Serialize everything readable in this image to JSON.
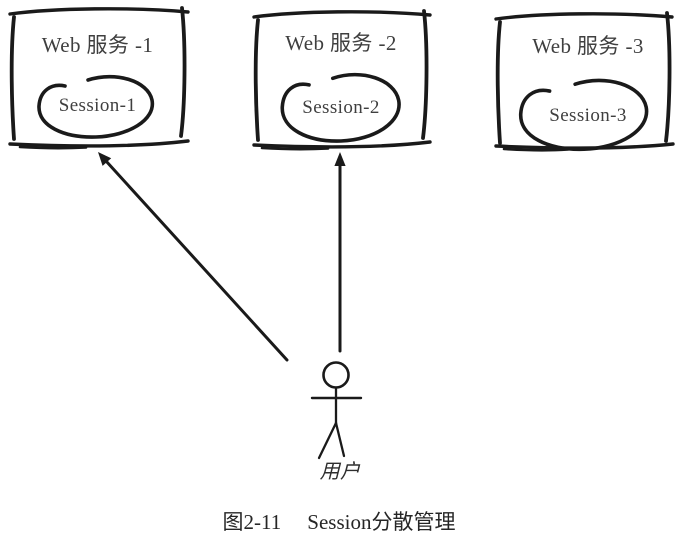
{
  "figure": {
    "servers": [
      {
        "title": "Web 服务 -1",
        "session": "Session-1"
      },
      {
        "title": "Web 服务 -2",
        "session": "Session-2"
      },
      {
        "title": "Web 服务 -3",
        "session": "Session-3"
      }
    ],
    "user_label": "用户",
    "caption": {
      "number": "图2-11",
      "title": "Session分散管理"
    }
  },
  "colors": {
    "stroke": "#1a1a1a",
    "diagram-text": "#3f3f3f",
    "caption-text": "#262626",
    "background": "#ffffff"
  }
}
